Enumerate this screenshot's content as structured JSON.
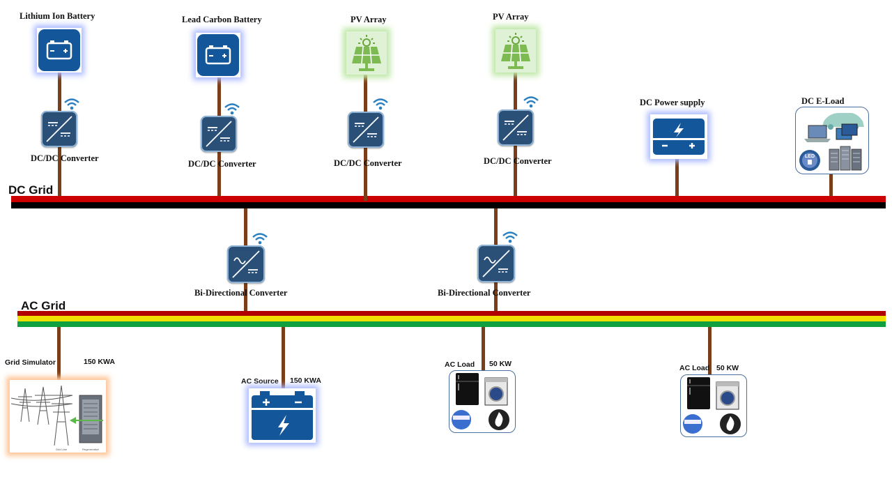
{
  "grids": {
    "dc": {
      "label": "DC Grid"
    },
    "ac": {
      "label": "AC Grid"
    }
  },
  "dc_devices": {
    "lithium_battery": {
      "label": "Lithium Ion Battery"
    },
    "lead_carbon_battery": {
      "label": "Lead Carbon Battery"
    },
    "pv_array_1": {
      "label": "PV Array"
    },
    "pv_array_2": {
      "label": "PV Array"
    },
    "dc_power_supply": {
      "label": "DC Power supply"
    },
    "dc_eload": {
      "label": "DC E-Load"
    }
  },
  "converters": {
    "dcdc_1": {
      "label": "DC/DC Converter"
    },
    "dcdc_2": {
      "label": "DC/DC Converter"
    },
    "dcdc_3": {
      "label": "DC/DC Converter"
    },
    "dcdc_4": {
      "label": "DC/DC Converter"
    },
    "bidir_1": {
      "label": "Bi-Directional  Converter"
    },
    "bidir_2": {
      "label": "Bi-Directional  Converter"
    }
  },
  "ac_devices": {
    "grid_simulator": {
      "label": "Grid Simulator",
      "rating": "150 KWA",
      "caption_1": "Grid Line",
      "caption_2": "Regenerative"
    },
    "ac_source": {
      "label": "AC Source",
      "rating": "150 KWA"
    },
    "ac_load_1": {
      "label": "AC Load",
      "rating": "50 KW"
    },
    "ac_load_2": {
      "label": "AC Load",
      "rating": "50 KW"
    }
  },
  "eload_led_text": "LED",
  "colors": {
    "dc_positive": "#cc0000",
    "dc_negative": "#000000",
    "ac_red": "#b00000",
    "ac_yellow": "#f0e000",
    "ac_green": "#10a040",
    "wire": "#7a3f1a",
    "device_blue": "#14569a",
    "converter_blue": "#2a5078",
    "pv_green": "#7dbb52",
    "wifi_blue": "#2a7fc0"
  }
}
